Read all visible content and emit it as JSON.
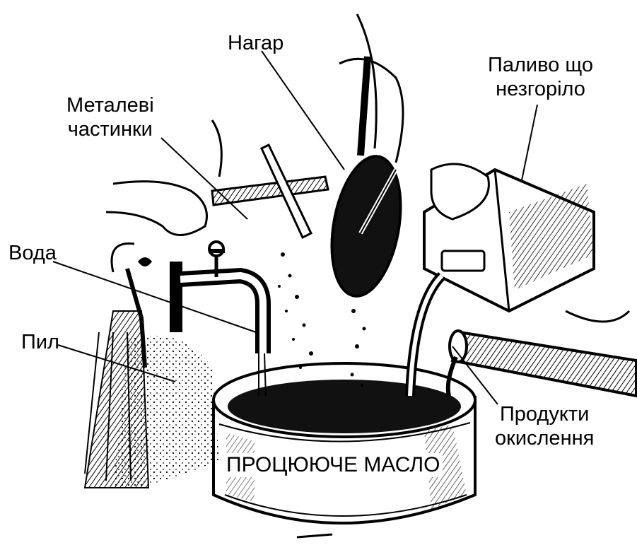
{
  "labels": {
    "carbon": "Нагар",
    "metal_particles": [
      "Металеві",
      "частинки"
    ],
    "unburned_fuel": [
      "Паливо що",
      "незгоріло"
    ],
    "water": "Вода",
    "dust": "Пил",
    "oxidation_products": [
      "Продукти",
      "окислення"
    ],
    "tub_text": "ПРОЦЮЮЧЕ МАСЛО"
  },
  "colors": {
    "ink": "#000000",
    "paper": "#ffffff"
  }
}
